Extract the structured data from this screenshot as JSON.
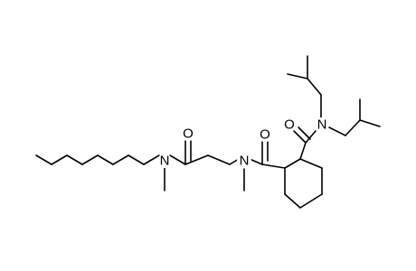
{
  "molecule": {
    "atom_labels": {
      "n1": "N",
      "o1": "O",
      "n2": "N",
      "o2": "O",
      "o3": "O",
      "n3": "N"
    },
    "colors": {
      "bond": "#000000",
      "label": "#000000",
      "background": "#ffffff"
    }
  }
}
